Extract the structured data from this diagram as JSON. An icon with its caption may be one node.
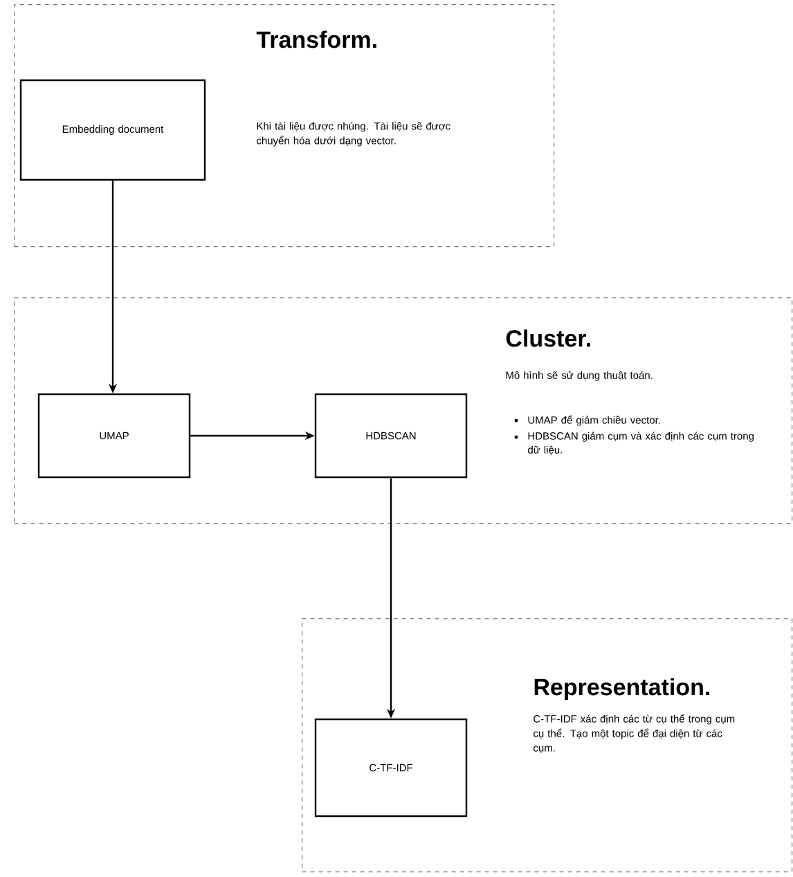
{
  "diagram": {
    "nodes": [
      {
        "text": [
          "Transform.",
          "Khi tài liệu được nhúng. Tài liệu sẽ được chuyển hóa dưới dạng vector."
        ]
      },
      {
        "text": [
          "Embedding document"
        ],
        "in": 0
      },
      {
        "text": [
          "Cluster.",
          "Mô hình sẽ sử dụng thuật toán.",
          "UMAP để giảm chiều vector.",
          "HDBSCAN giảm cụm và xác định các cụm trong dữ liệu."
        ]
      },
      {
        "text": [
          "UMAP"
        ],
        "in": 2
      },
      {
        "text": [
          "HDBSCAN"
        ],
        "in": 2
      },
      {
        "text": [
          "Representation.",
          "C-TF-IDF xác định các từ cụ thể trong cụm cụ thể. Tạo một topic để đại diện từ các cụm."
        ]
      },
      {
        "text": [
          "C-TF-IDF"
        ],
        "in": 5
      }
    ],
    "edges": [
      {
        "from": 1,
        "to": 3,
        "arrow": "to"
      },
      {
        "from": 3,
        "to": 4,
        "arrow": "to"
      },
      {
        "from": 4,
        "to": 6,
        "arrow": "to"
      }
    ]
  }
}
